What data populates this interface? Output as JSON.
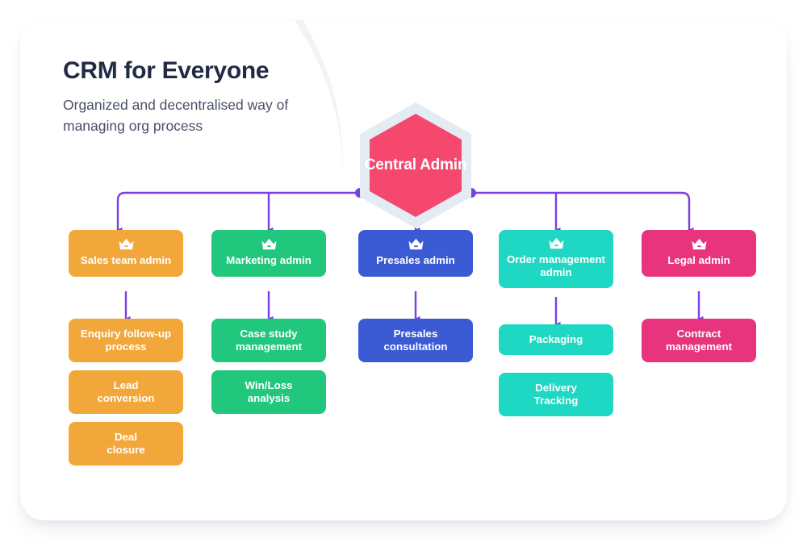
{
  "header": {
    "title": "CRM for Everyone",
    "subtitle": "Organized and decentralised\nway of managing org process"
  },
  "root": {
    "label": "Central\nAdmin",
    "shape": "hexagon",
    "fill": "#F4486E",
    "border": "#E3ECF3"
  },
  "colors": {
    "connector": "#7B3FE4",
    "title": "#222b45",
    "subtitle": "#4a5068",
    "card": "#ffffff",
    "page_background": "#ffffff",
    "arc": "#eef1f6"
  },
  "icons": {
    "head_icon": "crown-icon"
  },
  "branches": [
    {
      "id": "sales",
      "color": "#F2A73B",
      "head": {
        "label": "Sales team admin",
        "icon": "crown-icon"
      },
      "children": [
        {
          "label": "Enquiry follow-up\nprocess"
        },
        {
          "label": "Lead\nconversion"
        },
        {
          "label": "Deal\nclosure"
        }
      ]
    },
    {
      "id": "marketing",
      "color": "#22C77E",
      "head": {
        "label": "Marketing admin",
        "icon": "crown-icon"
      },
      "children": [
        {
          "label": "Case study\nmanagement"
        },
        {
          "label": "Win/Loss\nanalysis"
        }
      ]
    },
    {
      "id": "presales",
      "color": "#3B5BD4",
      "head": {
        "label": "Presales admin",
        "icon": "crown-icon"
      },
      "children": [
        {
          "label": "Presales\nconsultation"
        }
      ]
    },
    {
      "id": "order-management",
      "color": "#1FD8C3",
      "head": {
        "label": "Order management\nadmin",
        "icon": "crown-icon"
      },
      "children": [
        {
          "label": "Packaging"
        },
        {
          "label": "Delivery\nTracking"
        }
      ]
    },
    {
      "id": "legal",
      "color": "#E8347C",
      "head": {
        "label": "Legal admin",
        "icon": "crown-icon"
      },
      "children": [
        {
          "label": "Contract\nmanagement"
        }
      ]
    }
  ]
}
